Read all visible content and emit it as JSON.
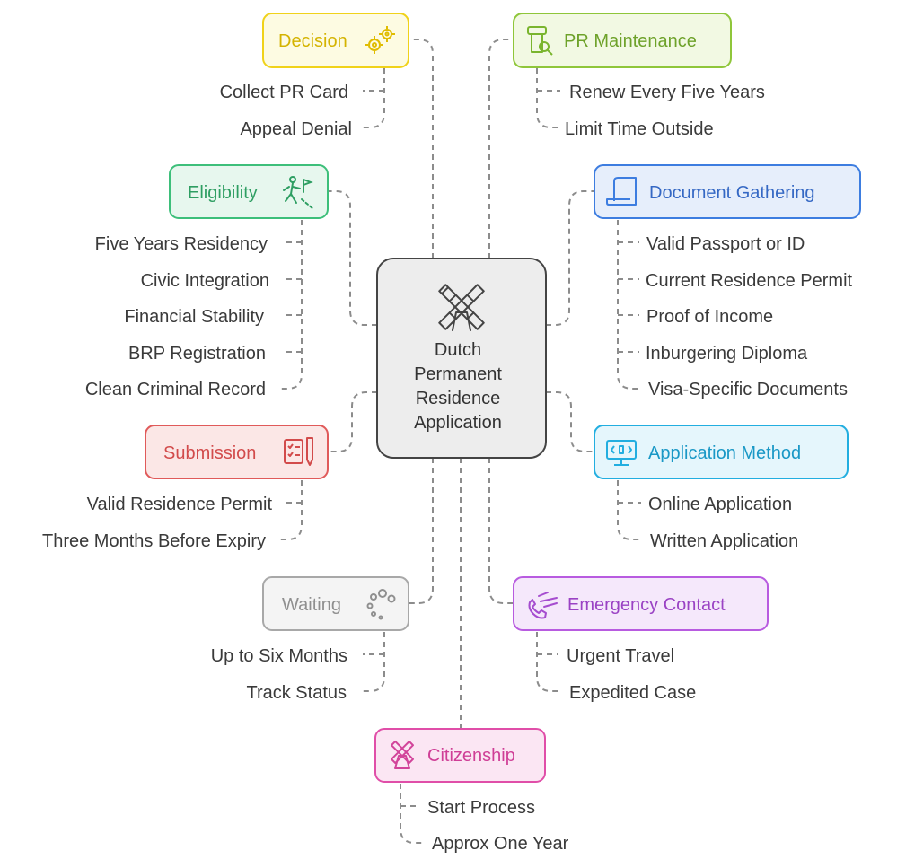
{
  "center": {
    "lines": [
      "Dutch",
      "Permanent",
      "Residence",
      "Application"
    ],
    "icon": "windmill-icon"
  },
  "colors": {
    "decision": "#f0d21a",
    "pr_maintenance": "#8fc63a",
    "eligibility": "#3dbf7a",
    "document_gathering": "#3d7de0",
    "submission": "#e05a5a",
    "application_method": "#22aee0",
    "waiting": "#a8a8a8",
    "emergency_contact": "#b85be0",
    "citizenship": "#e04ea8"
  },
  "nodes": {
    "decision": {
      "title": "Decision",
      "icon": "gears-icon",
      "items": [
        "Collect PR Card",
        "Appeal Denial"
      ]
    },
    "pr_maintenance": {
      "title": "PR Maintenance",
      "icon": "maintenance-icon",
      "items": [
        "Renew Every Five Years",
        "Limit Time Outside"
      ]
    },
    "eligibility": {
      "title": "Eligibility",
      "icon": "goal-runner-icon",
      "items": [
        "Five Years Residency",
        "Civic Integration",
        "Financial Stability",
        "BRP Registration",
        "Clean Criminal Record"
      ]
    },
    "document_gathering": {
      "title": "Document Gathering",
      "icon": "document-icon",
      "items": [
        "Valid Passport or ID",
        "Current Residence Permit",
        "Proof of Income",
        "Inburgering Diploma",
        "Visa-Specific Documents"
      ]
    },
    "submission": {
      "title": "Submission",
      "icon": "checklist-pen-icon",
      "items": [
        "Valid Residence Permit",
        "Three Months Before Expiry"
      ]
    },
    "application_method": {
      "title": "Application Method",
      "icon": "monitor-code-icon",
      "items": [
        "Online Application",
        "Written Application"
      ]
    },
    "waiting": {
      "title": "Waiting",
      "icon": "loading-dots-icon",
      "items": [
        "Up to Six Months",
        "Track Status"
      ]
    },
    "emergency_contact": {
      "title": "Emergency Contact",
      "icon": "phone-wind-icon",
      "items": [
        "Urgent Travel",
        "Expedited Case"
      ]
    },
    "citizenship": {
      "title": "Citizenship",
      "icon": "windmill-icon",
      "items": [
        "Start Process",
        "Approx One Year"
      ]
    }
  }
}
